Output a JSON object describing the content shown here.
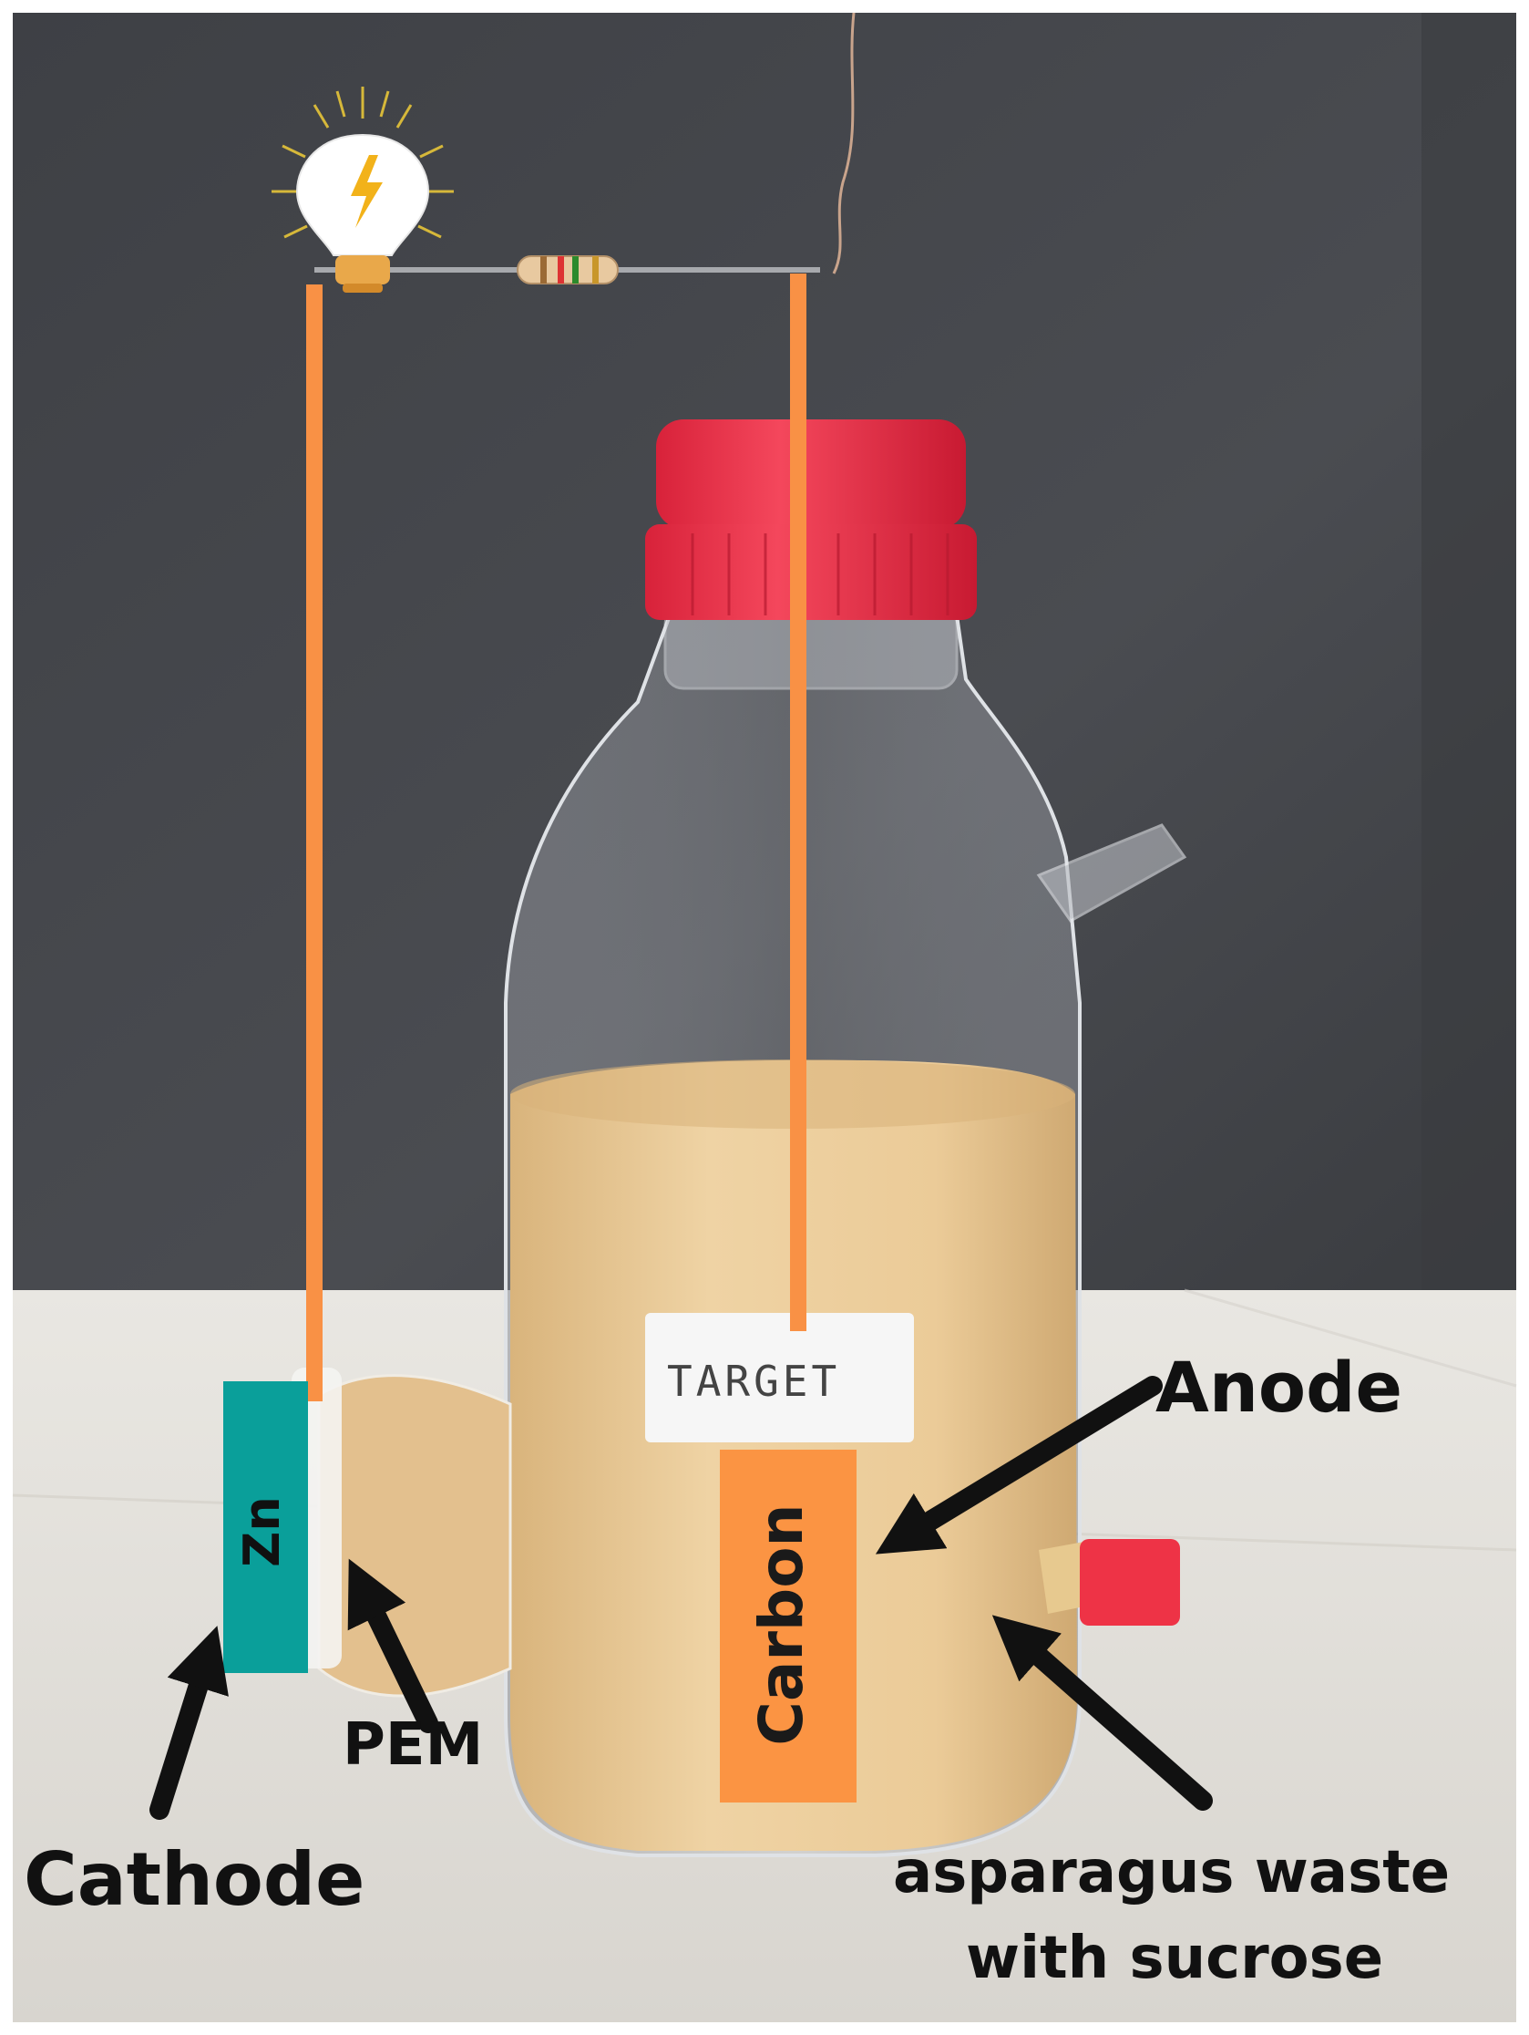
{
  "colors": {
    "backdrop": "#45474c",
    "table": "#e6e4df",
    "liquid": "#e8c796",
    "cap": "#f0344a",
    "wire": "#f99145",
    "zinc_electrode": "#0a9f9a",
    "carbon_electrode": "#fb9443",
    "arrows": "#111111"
  },
  "icons": [
    "light-bulb-icon",
    "resistor-icon"
  ],
  "labels": {
    "tag": "TARGET",
    "zn": "Zn",
    "carbon": "Carbon",
    "anode": "Anode",
    "pem": "PEM",
    "cathode": "Cathode",
    "waste_line1": "asparagus waste",
    "waste_line2": "with sucrose"
  }
}
